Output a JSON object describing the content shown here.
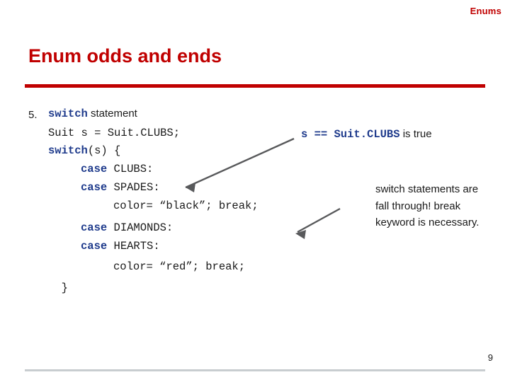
{
  "header": {
    "label": "Enums"
  },
  "title": "Enum odds and ends",
  "footer": {
    "page_number": "9"
  },
  "colors": {
    "accent": "#c00000",
    "keyword": "#1f3b8c",
    "text": "#1a1a1a",
    "footer_rule": "#c8cdd0"
  },
  "content": {
    "item_number": "5.",
    "item_keyword": "switch",
    "item_rest": " statement",
    "code_lines": [
      {
        "indent": 0,
        "keyword": "",
        "text": "Suit s = Suit.CLUBS;"
      },
      {
        "indent": 0,
        "keyword": "switch",
        "text": "(s) {"
      },
      {
        "indent": 1,
        "keyword": "case",
        "text": " CLUBS:"
      },
      {
        "indent": 1,
        "keyword": "case",
        "text": " SPADES:"
      },
      {
        "indent": 2,
        "keyword": "",
        "text": "color= “black”; break;"
      },
      {
        "indent": 1,
        "keyword": "case",
        "text": " DIAMONDS:"
      },
      {
        "indent": 1,
        "keyword": "case",
        "text": " HEARTS:"
      },
      {
        "indent": 2,
        "keyword": "",
        "text": "color= “red”; break;"
      },
      {
        "indent": 0,
        "keyword": "",
        "text": "  }"
      }
    ],
    "condition_code": "s == Suit.CLUBS",
    "condition_suffix": " is true",
    "annotation": "switch statements are fall through! break keyword is necessary."
  }
}
